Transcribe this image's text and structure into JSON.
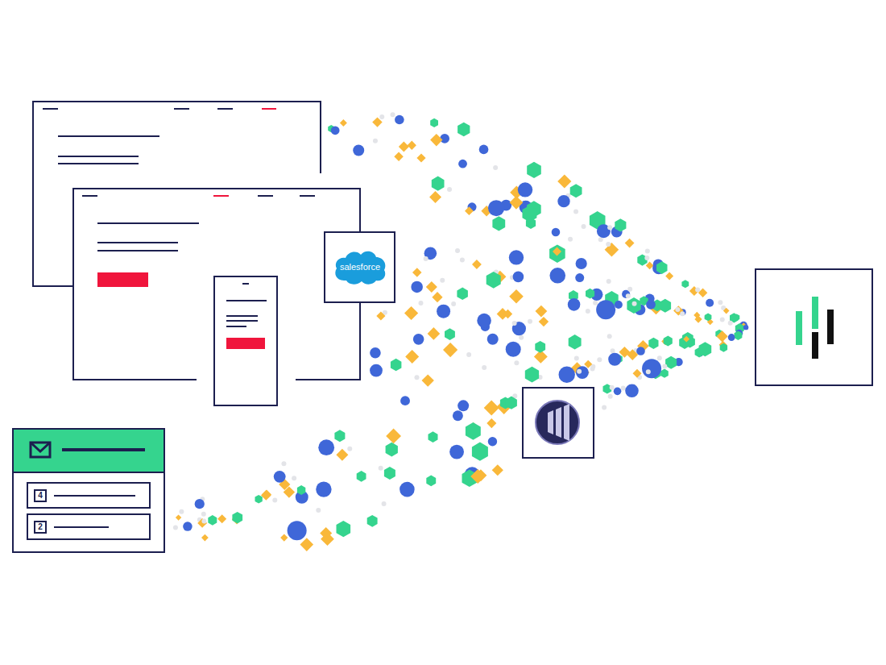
{
  "diagram": {
    "nodes": [
      {
        "text": [
          "salesforce"
        ]
      },
      {
        "text": [
          "4"
        ]
      },
      {
        "text": [
          "2"
        ]
      }
    ]
  }
}
